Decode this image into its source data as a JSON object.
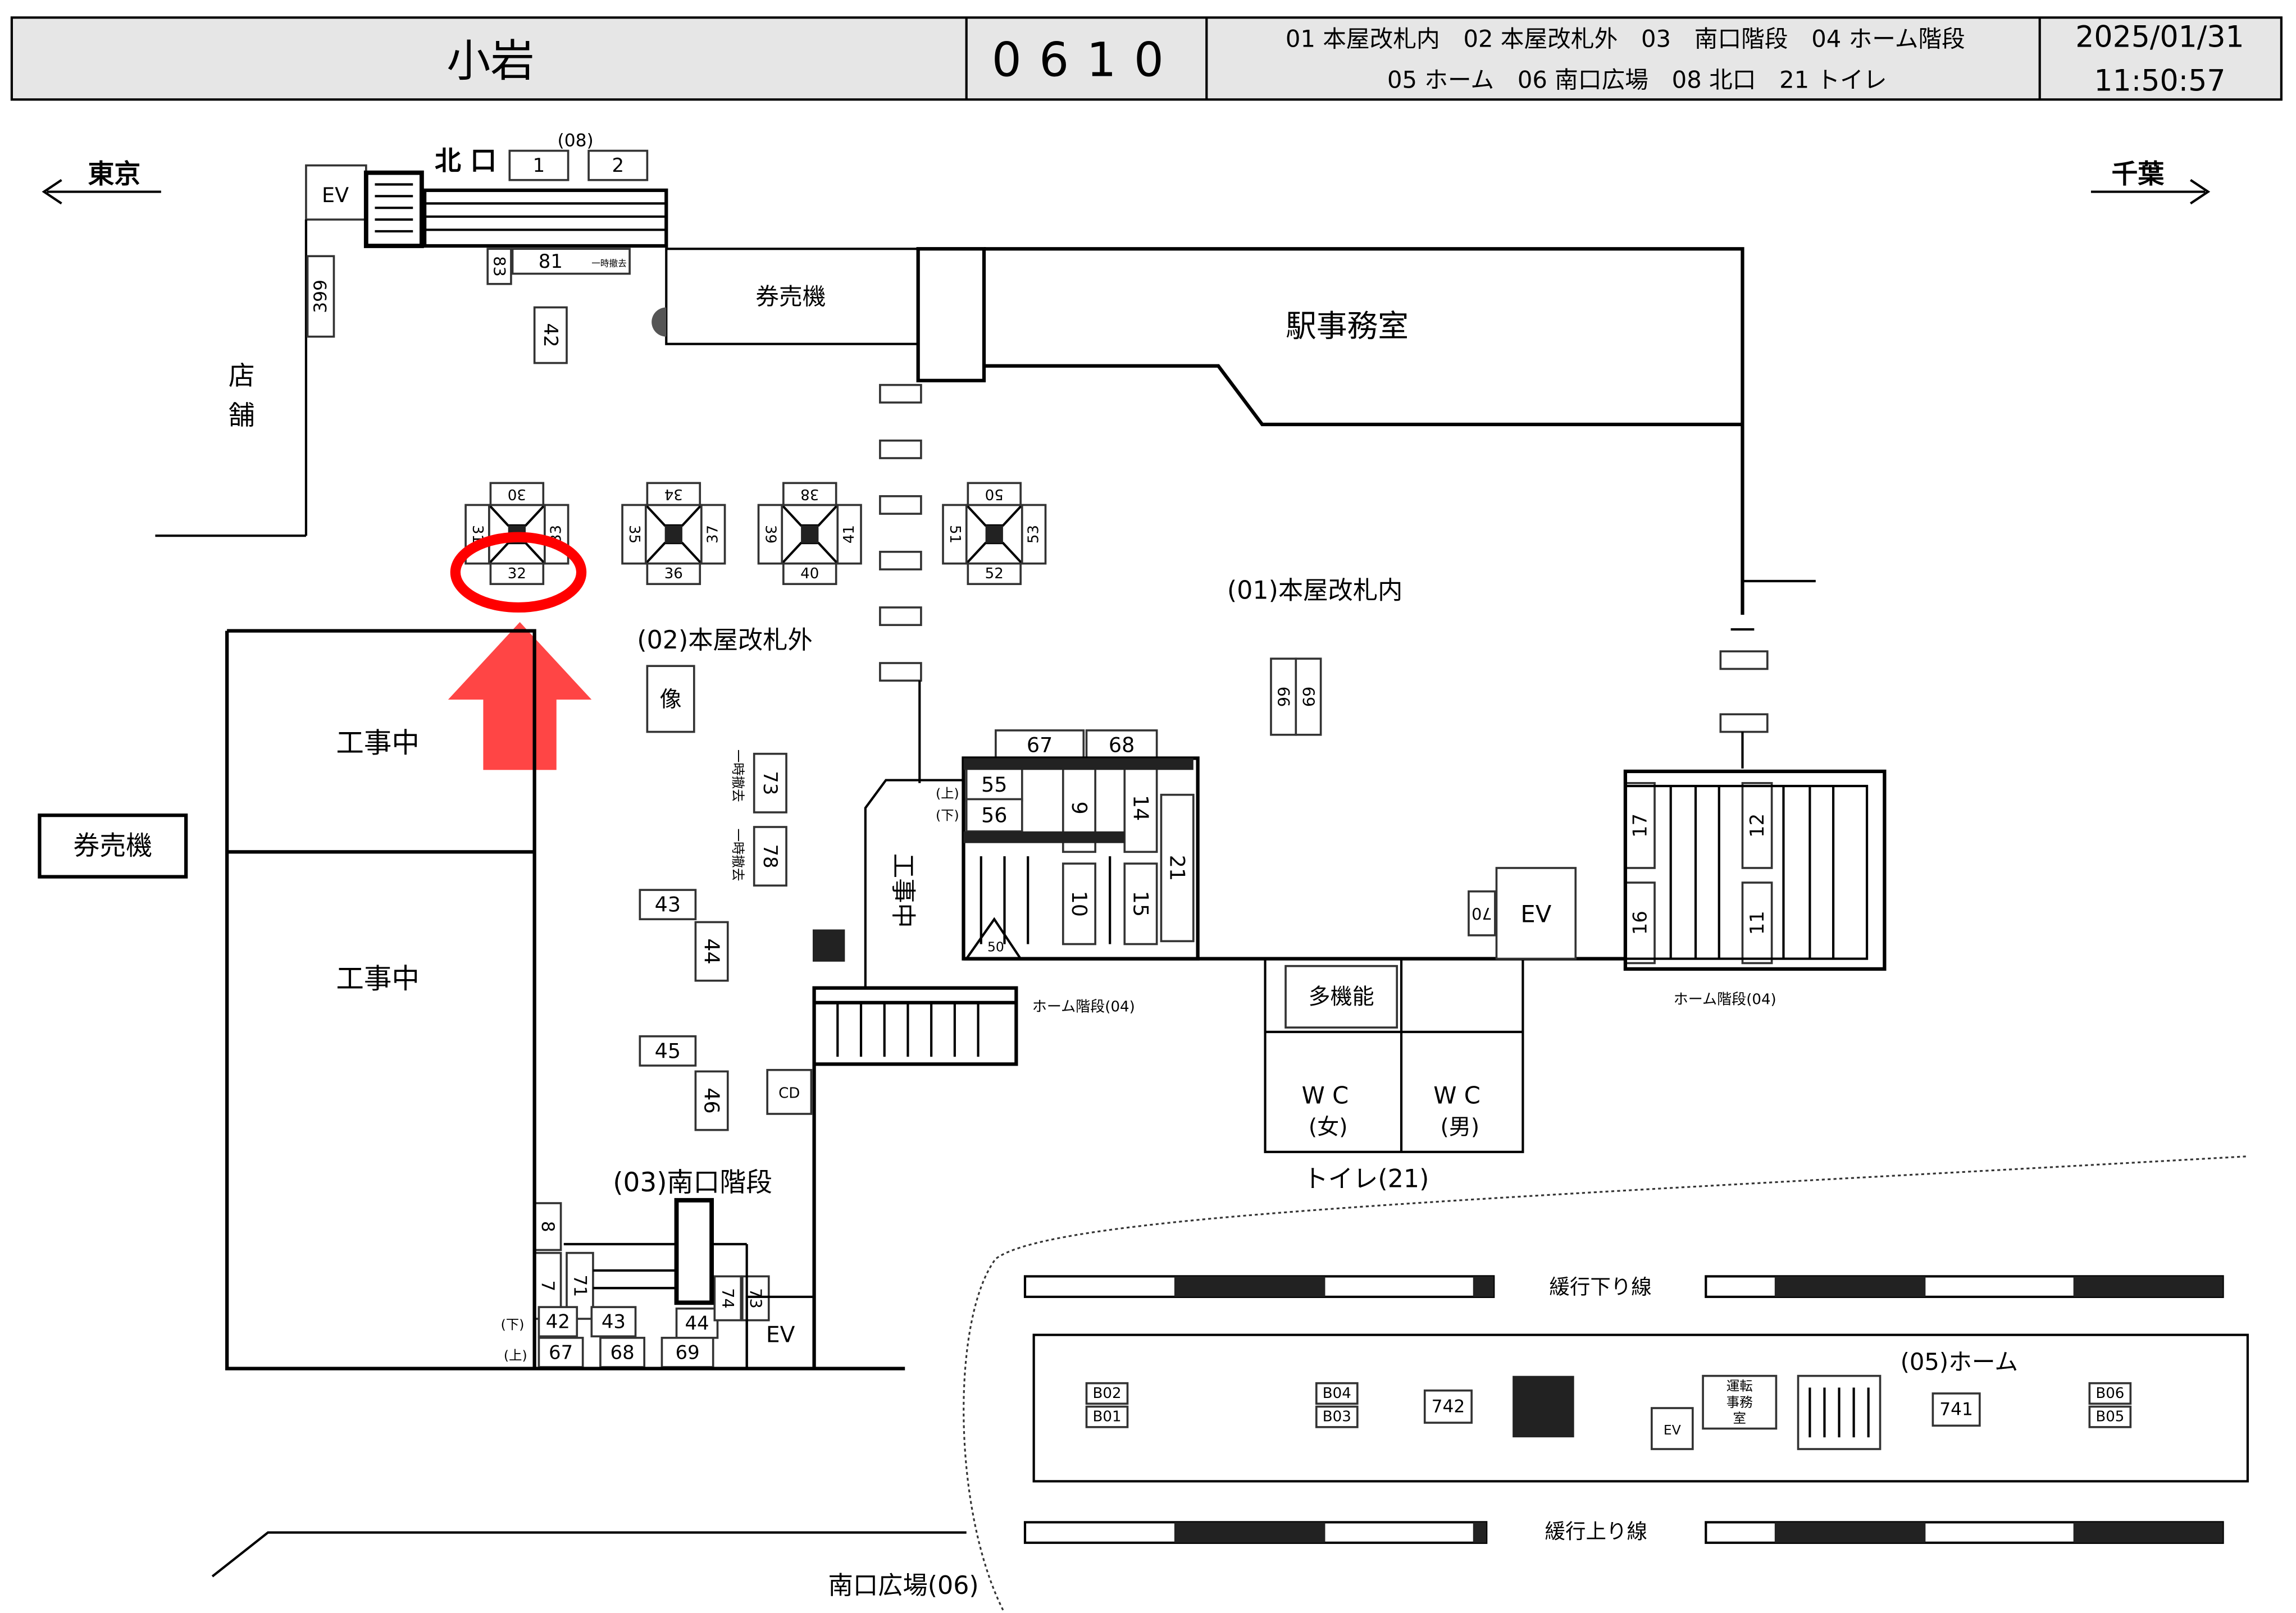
{
  "header": {
    "station": "小岩",
    "code": "0610",
    "legend_line1": "01 本屋改札内　02 本屋改札外　03　南口階段　04 ホーム階段",
    "legend_line2": "05 ホーム　06 南口広場　08 北口　21 トイレ",
    "date": "2025/01/31",
    "time": "11:50:57"
  },
  "directions": {
    "west": "東京",
    "east": "千葉"
  },
  "areas": {
    "north_exit": "北 口",
    "north_exit_code": "(08)",
    "shop_1": "店",
    "shop_2": "舗",
    "ticket_machine_north": "券売機",
    "station_office": "駅事務室",
    "gates_outside": "(02)本屋改札外",
    "gates_inside": "(01)本屋改札内",
    "statue": "像",
    "construction": "工事中",
    "ticket_machine_west": "券売機",
    "south_stairs": "(03)南口階段",
    "multipurpose": "多機能",
    "wc": "W C",
    "wc_female": "(女)",
    "wc_male": "(男)",
    "toilet": "トイレ(21)",
    "home_stairs": "ホーム階段(04)",
    "platform": "(05)ホーム",
    "down_line": "緩行下り線",
    "up_line": "緩行上り線",
    "south_plaza": "南口広場(06)",
    "crew_office_1": "運転",
    "crew_office_2": "事務",
    "crew_office_3": "室",
    "temp_removed": "一時撤去",
    "up": "(上)",
    "down": "(下)",
    "ev": "EV",
    "cd": "CD"
  },
  "devices": {
    "n1": "1",
    "n2": "2",
    "d399": "399",
    "d83": "83",
    "d81": "81",
    "d42n": "42",
    "g30": "30",
    "g31": "31",
    "g33": "33",
    "g32": "32",
    "g34": "34",
    "g35": "35",
    "g37": "37",
    "g36": "36",
    "g38": "38",
    "g39": "39",
    "g41": "41",
    "g40": "40",
    "g50": "50",
    "g51": "51",
    "g53": "53",
    "g52": "52",
    "d73": "73",
    "d78": "78",
    "d43": "43",
    "d44": "44",
    "d45": "45",
    "d46": "46",
    "d66": "66",
    "d69": "69",
    "d67": "67",
    "d68": "68",
    "d55": "55",
    "d56": "56",
    "d9": "9",
    "d14": "14",
    "d21": "21",
    "d10": "10",
    "d15": "15",
    "d50": "50",
    "d70": "70",
    "d17": "17",
    "d16": "16",
    "d12": "12",
    "d11": "11",
    "s8": "8",
    "s7": "7",
    "s71": "71",
    "s42": "42",
    "s43": "43",
    "s44": "44",
    "s74": "74",
    "s73": "73",
    "s67": "67",
    "s68": "68",
    "s69": "69",
    "p742": "742",
    "p741": "741",
    "b02": "B02",
    "b01": "B01",
    "b04": "B04",
    "b03": "B03",
    "b06": "B06",
    "b05": "B05"
  },
  "colors": {
    "highlight": "#ff0000",
    "arrow": "#ff4545",
    "header_bg": "#e6e6e6"
  }
}
